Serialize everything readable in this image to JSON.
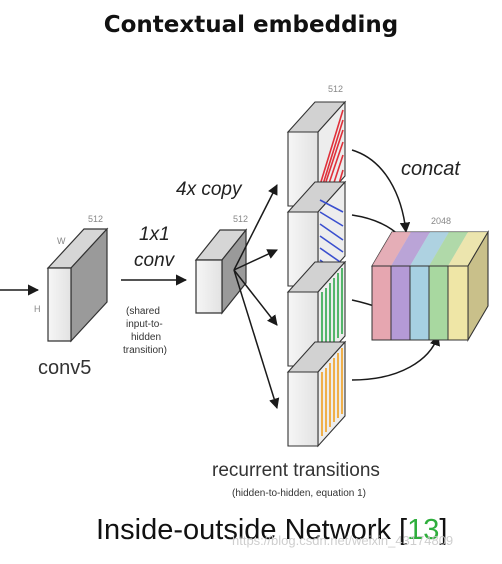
{
  "title": "Contextual embedding",
  "labels": {
    "w": "W",
    "h": "H",
    "c512_conv5": "512",
    "c512_copy": "512",
    "c512_top": "512",
    "c2048": "2048",
    "conv5": "conv5",
    "one_by_one_l1": "1x1",
    "one_by_one_l2": "conv",
    "shared_l1": "(shared",
    "shared_l2": "input-to-",
    "shared_l3": "hidden",
    "shared_l4": "transition)",
    "copy": "4x copy",
    "concat": "concat",
    "recurrent": "recurrent transitions",
    "recurrent_sub": "(hidden-to-hidden, equation 1)"
  },
  "caption": {
    "text": "Inside-outside Network [",
    "ref": "13",
    "close": "]"
  },
  "watermark": "https://blog.csdn.net/weixin_43174809",
  "colors": {
    "red": "#e0303a",
    "blue": "#3a4fcf",
    "green": "#2ea84a",
    "orange": "#f0a020",
    "concat_fill": [
      "#e6a6b0",
      "#b49ad6",
      "#a6d0e2",
      "#a8d8a0",
      "#efe6a6"
    ]
  }
}
